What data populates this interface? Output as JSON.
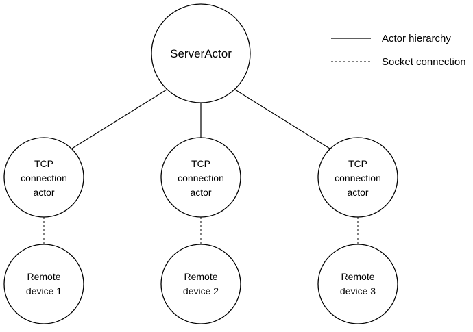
{
  "nodes": {
    "server": {
      "label": "ServerActor"
    },
    "tcp": [
      {
        "line1": "TCP",
        "line2": "connection",
        "line3": "actor"
      },
      {
        "line1": "TCP",
        "line2": "connection",
        "line3": "actor"
      },
      {
        "line1": "TCP",
        "line2": "connection",
        "line3": "actor"
      }
    ],
    "remote": [
      {
        "line1": "Remote",
        "line2": "device 1"
      },
      {
        "line1": "Remote",
        "line2": "device 2"
      },
      {
        "line1": "Remote",
        "line2": "device 3"
      }
    ]
  },
  "legend": {
    "solid_label": "Actor hierarchy",
    "dashed_label": "Socket connection"
  }
}
